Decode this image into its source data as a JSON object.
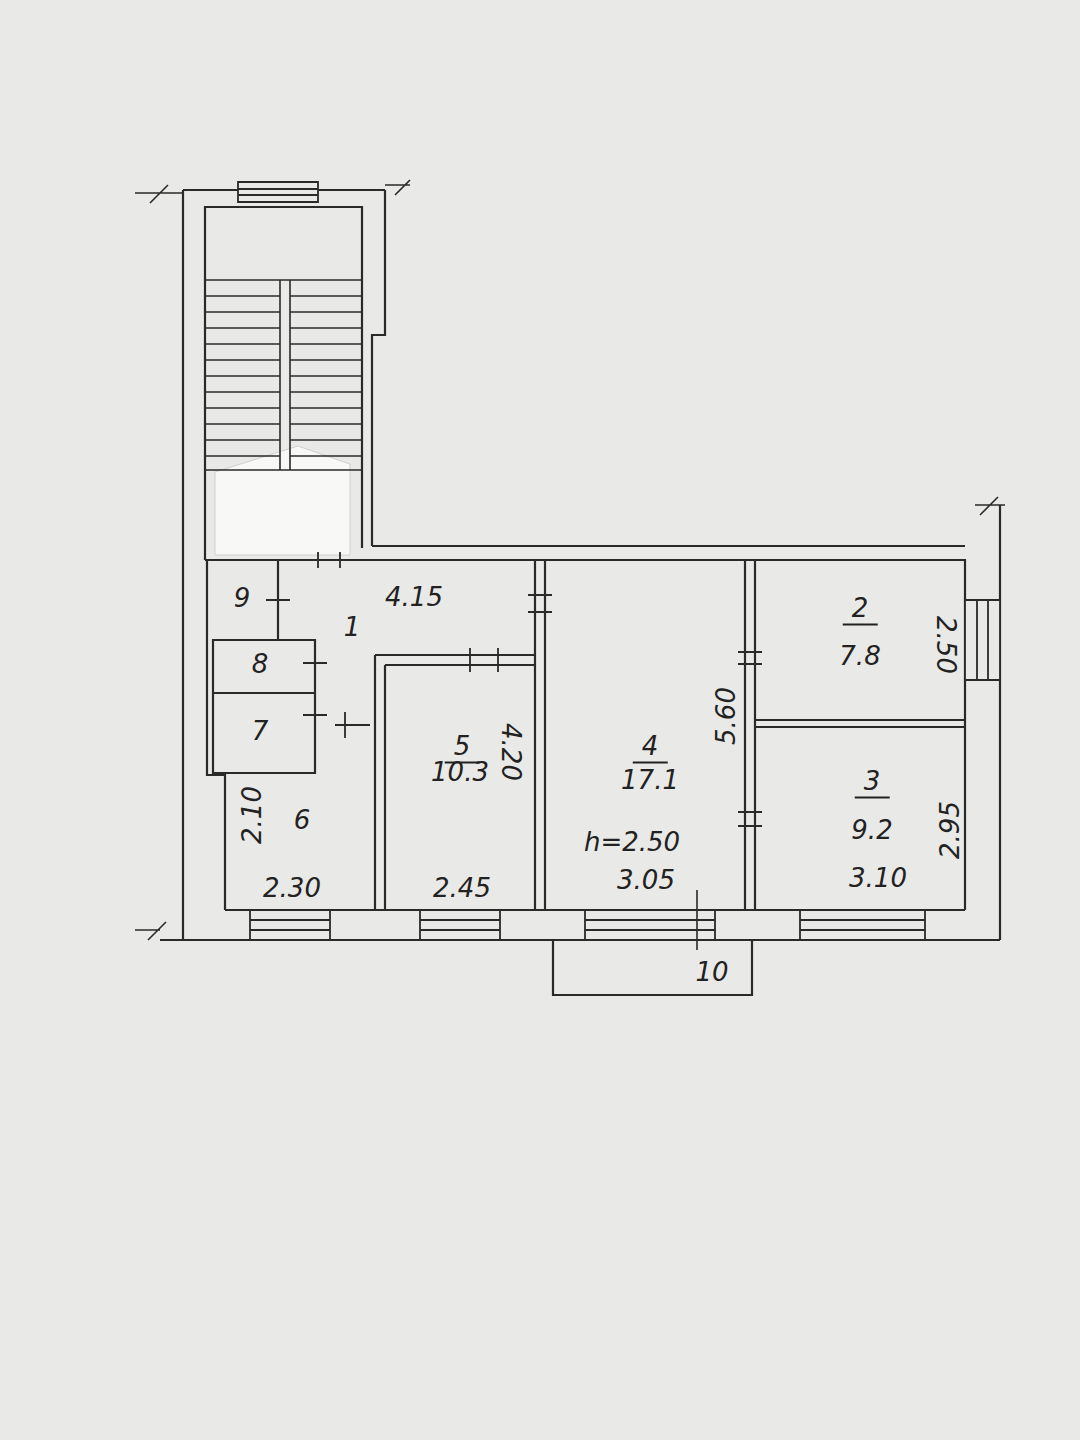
{
  "diagram": {
    "nodes": [
      {
        "text": [
          "9"
        ]
      },
      {
        "text": [
          "1",
          "4.15"
        ]
      },
      {
        "text": [
          "8"
        ]
      },
      {
        "text": [
          "7"
        ]
      },
      {
        "text": [
          "6",
          "2.10",
          "2.30"
        ]
      },
      {
        "text": [
          "5",
          "10.3",
          "4.20",
          "2.45"
        ]
      },
      {
        "text": [
          "4",
          "17.1",
          "5.60",
          "h=2.50",
          "3.05"
        ]
      },
      {
        "text": [
          "2",
          "7.8",
          "2.50"
        ]
      },
      {
        "text": [
          "3",
          "9.2",
          "2.95",
          "3.10"
        ]
      }
    ],
    "labels": [
      "10"
    ]
  }
}
